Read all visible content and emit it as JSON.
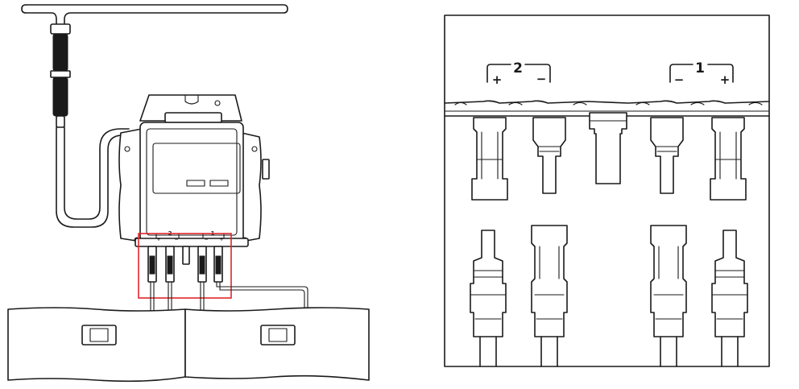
{
  "colors": {
    "line": "#1a1a1a",
    "highlight": "#e0262b",
    "background": "#ffffff"
  },
  "detail": {
    "group_left": {
      "number": "2",
      "left_sign": "+",
      "right_sign": "−"
    },
    "group_right": {
      "number": "1",
      "left_sign": "−",
      "right_sign": "+"
    }
  },
  "overview": {
    "small_group_left": {
      "number": "2",
      "left_sign": "+",
      "right_sign": "−"
    },
    "small_group_right": {
      "number": "1",
      "left_sign": "−",
      "right_sign": "+"
    }
  }
}
